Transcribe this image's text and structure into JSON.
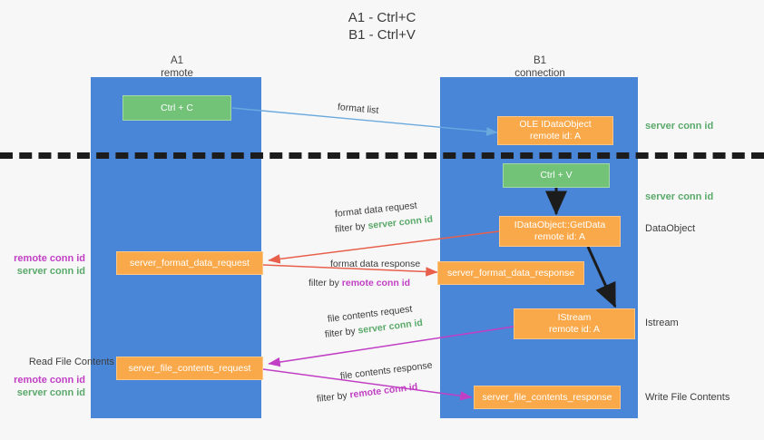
{
  "title": {
    "line1": "A1 - Ctrl+C",
    "line2": "B1 - Ctrl+V"
  },
  "columns": [
    {
      "name": "A1",
      "sub": "remote"
    },
    {
      "name": "B1",
      "sub": "connection"
    }
  ],
  "boxes": {
    "ctrl_c": "Ctrl + C",
    "ctrl_v": "Ctrl + V",
    "ole_dataobject_l1": "OLE IDataObject",
    "ole_dataobject_l2": "remote id: A",
    "getdata_l1": "IDataObject::GetData",
    "getdata_l2": "remote id: A",
    "istream_l1": "IStream",
    "istream_l2": "remote id: A",
    "server_format_data_request": "server_format_data_request",
    "server_format_data_response": "server_format_data_response",
    "server_file_contents_request": "server_file_contents_request",
    "server_file_contents_response": "server_file_contents_response"
  },
  "flow_labels": {
    "format_list": "format list",
    "format_data_request": "format data request",
    "format_data_request_filter_prefix": "filter by ",
    "format_data_request_filter_value": "server conn id",
    "format_data_response": "format data response",
    "format_data_response_filter_prefix": "filter by ",
    "format_data_response_filter_value": "remote conn id",
    "file_contents_request": "file contents request",
    "file_contents_request_filter_prefix": "filter by ",
    "file_contents_request_filter_value": "server conn id",
    "file_contents_response": "file contents response",
    "file_contents_response_filter_prefix": "filter by ",
    "file_contents_response_filter_value": "remote conn id"
  },
  "right_labels": {
    "server_conn_id_top": "server conn id",
    "server_conn_id_second": "server conn id",
    "dataobject": "DataObject",
    "istream": "Istream",
    "write_file_contents": "Write File Contents"
  },
  "left_labels": {
    "remote_conn_id_1": "remote conn id",
    "server_conn_id_1": "server conn id",
    "read_file_contents": "Read File Contents",
    "remote_conn_id_2": "remote conn id",
    "server_conn_id_2": "server conn id"
  },
  "colors": {
    "lane": "#4a86d8",
    "green_box": "#72c278",
    "orange_box": "#f9a94a",
    "green_text": "#5aa96a",
    "magenta_text": "#c13fc4",
    "arrow_blue": "#6aa9dd",
    "arrow_red": "#e8604c",
    "arrow_magenta": "#c13fc4",
    "arrow_black": "#1c1c1c",
    "background": "#f7f7f7"
  }
}
